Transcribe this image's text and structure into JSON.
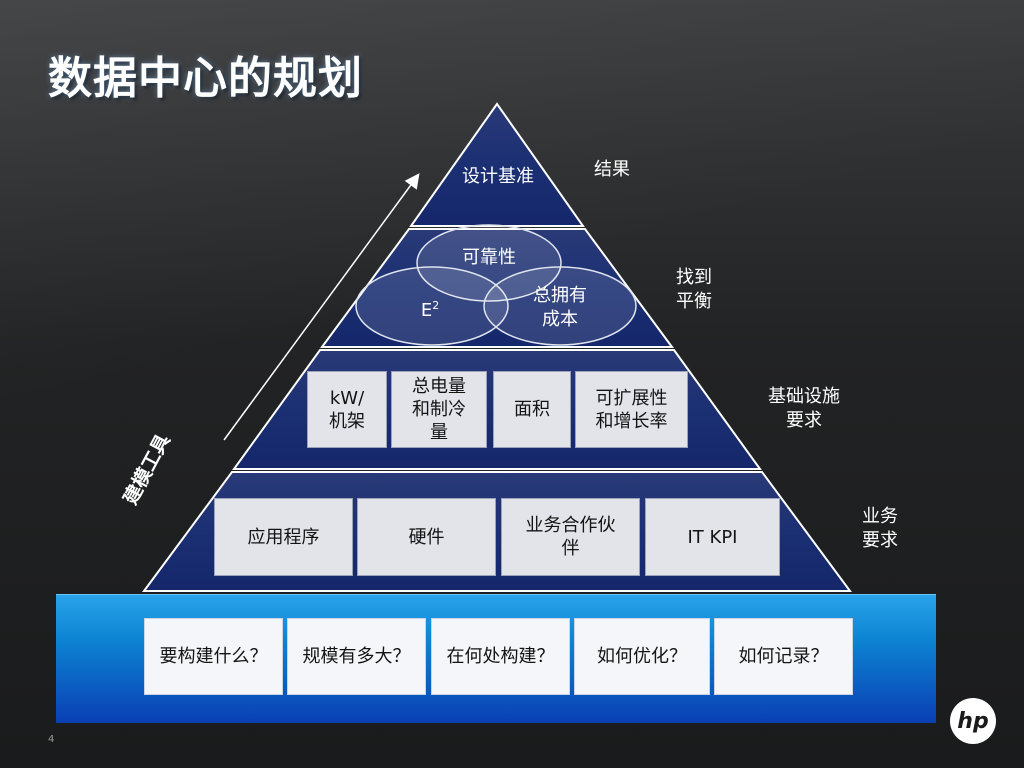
{
  "title": "数据中心的规划",
  "page_number": "4",
  "logo_text": "hp",
  "colors": {
    "background": "#222324",
    "pyramid_fill": "#1a2d6e",
    "banner": "#0d84d2"
  },
  "side_label": "建模工具",
  "pyramid": {
    "top_label": "设计基准",
    "venn": [
      "可靠性",
      "E",
      "总拥有\n成本"
    ],
    "venn_superscript": "2",
    "infrastructure_boxes": [
      "kW/\n机架",
      "总电量\n和制冷\n量",
      "面积",
      "可扩展性\n和增长率"
    ],
    "business_boxes": [
      "应用程序",
      "硬件",
      "业务合作伙\n伴",
      "IT KPI"
    ]
  },
  "level_labels": [
    "结果",
    "找到\n平衡",
    "基础设施\n要求",
    "业务\n要求"
  ],
  "questions": [
    "要构建什么？",
    "规模有多大？",
    "在何处构建？",
    "如何优化？",
    "如何记录？"
  ]
}
